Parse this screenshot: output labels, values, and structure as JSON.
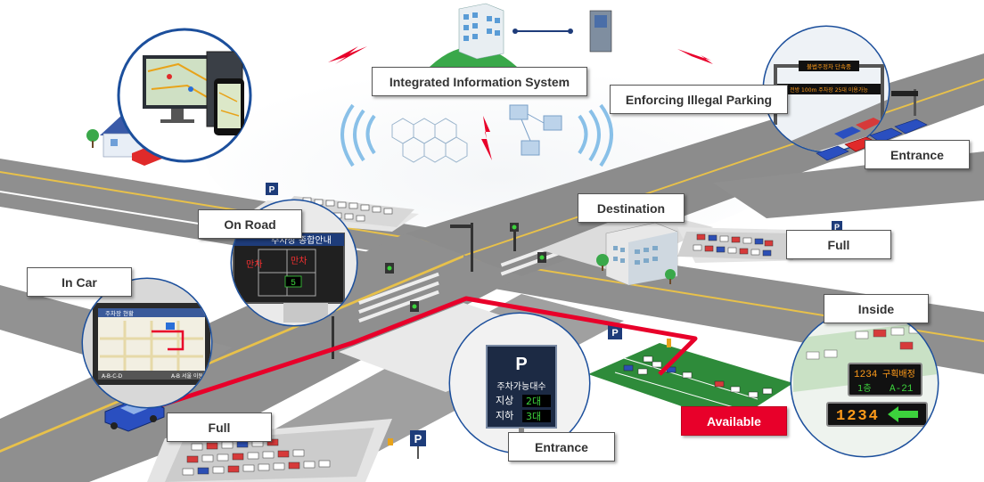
{
  "labels": {
    "integrated": "Integrated Information System",
    "enforcing": "Enforcing Illegal Parking",
    "entrance_top": "Entrance",
    "on_road": "On Road",
    "destination": "Destination",
    "full_right": "Full",
    "in_car": "In Car",
    "inside": "Inside",
    "available": "Available",
    "full_bottom": "Full",
    "entrance_bottom": "Entrance"
  },
  "sign_parking": {
    "p_letter": "P",
    "title": "주차가능대수",
    "row1_label": "지상",
    "row1_value": "2대",
    "row2_label": "지하",
    "row2_value": "3대"
  },
  "sign_road": {
    "title": "주차장 종합안내",
    "cell_full_1": "만차",
    "cell_full_2": "만차",
    "cell_count": "5"
  },
  "sign_inside": {
    "line1_num": "1234",
    "line1_text": "구획배정",
    "line2_floor": "1층",
    "line2_slot": "A-21",
    "plate": "1234"
  },
  "sign_enforce": {
    "line1": "불법주정차 단속중",
    "line2": "전방 100m 주차장 25대 이용가능"
  },
  "car_screen": {
    "header": "주차장 현황",
    "footer_left": "A-B-C-D",
    "footer_right": "A-B 서울 이동"
  },
  "colors": {
    "route": "#e8002a",
    "road": "#8c8c8c",
    "lot_green": "#2e8b3a",
    "led_green": "#3cd23c",
    "led_orange": "#ff9b1a",
    "circle_border": "#1c4f9c"
  }
}
